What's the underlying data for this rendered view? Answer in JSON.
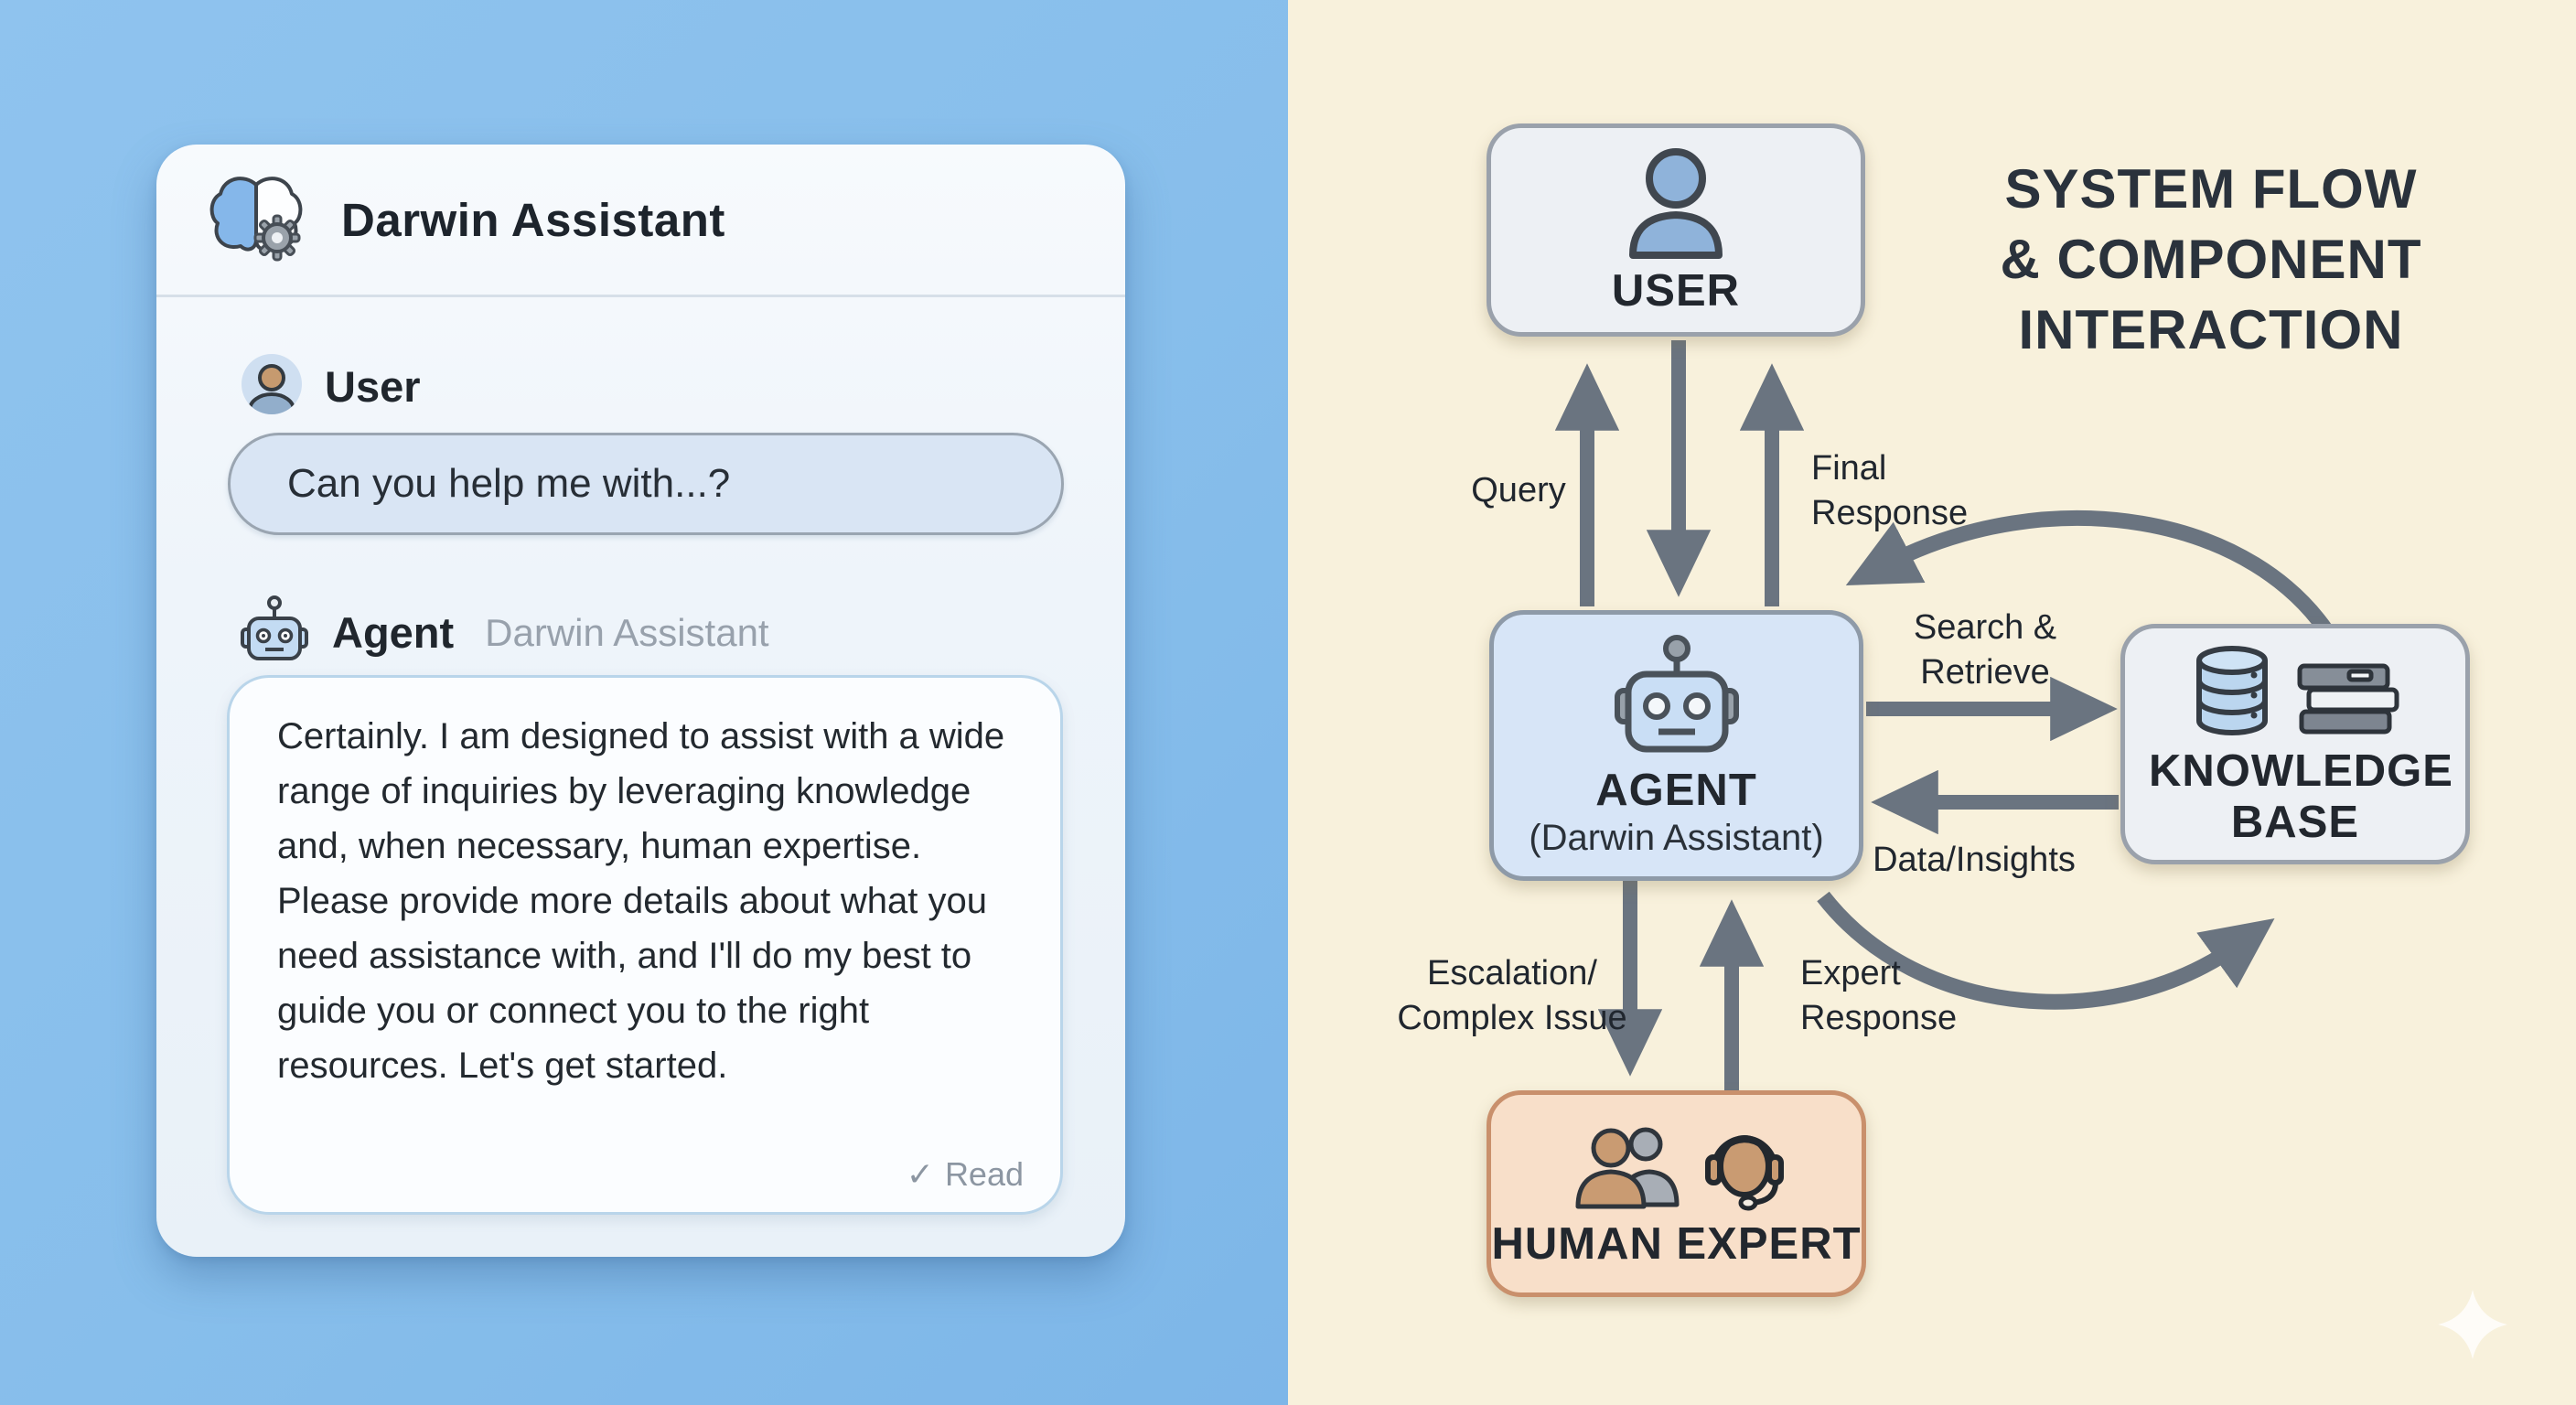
{
  "left_panel": {
    "app_title": "Darwin Assistant",
    "user": {
      "label": "User",
      "message": "Can you help me with...?"
    },
    "agent": {
      "label": "Agent",
      "name": "Darwin Assistant",
      "reply_paragraphs": [
        "Certainly. I am designed to assist with a wide range of inquiries by leveraging knowledge and, when necessary, human expertise.",
        "Please provide more details about what you need assistance with, and I'll do my best to guide you or connect you to the right resources. Let's get started."
      ],
      "read_check": "✓",
      "read_label": "Read"
    }
  },
  "diagram": {
    "title": [
      "SYSTEM FLOW",
      "& COMPONENT",
      "INTERACTION"
    ],
    "nodes": {
      "user": {
        "label": "USER"
      },
      "agent": {
        "label": "AGENT",
        "sublabel": "(Darwin Assistant)"
      },
      "knowledge_base": {
        "label": "KNOWLEDGE BASE"
      },
      "human_expert": {
        "label": "HUMAN EXPERT"
      }
    },
    "edges": {
      "query": "Query",
      "final_response": [
        "Final",
        "Response"
      ],
      "search_retrieve": [
        "Search &",
        "Retrieve"
      ],
      "data_insights": "Data/Insights",
      "escalation": [
        "Escalation/",
        "Complex Issue"
      ],
      "expert_response": [
        "Expert",
        "Response"
      ]
    }
  },
  "colors": {
    "left_background": "#87beeb",
    "card_background": "#eef4fa",
    "input_fill": "#d9e5f4",
    "bubble_border": "#b9d5ea",
    "cream_background": "#f8f1dc",
    "neutral_node_fill": "#edf0f4",
    "agent_node_fill": "#d7e5f7",
    "expert_node_fill": "#f8dfc9",
    "expert_node_border": "#c9906c",
    "arrow_color": "#6a7480",
    "icon_blue": "#8fb3da",
    "icon_tan": "#c99b72"
  }
}
